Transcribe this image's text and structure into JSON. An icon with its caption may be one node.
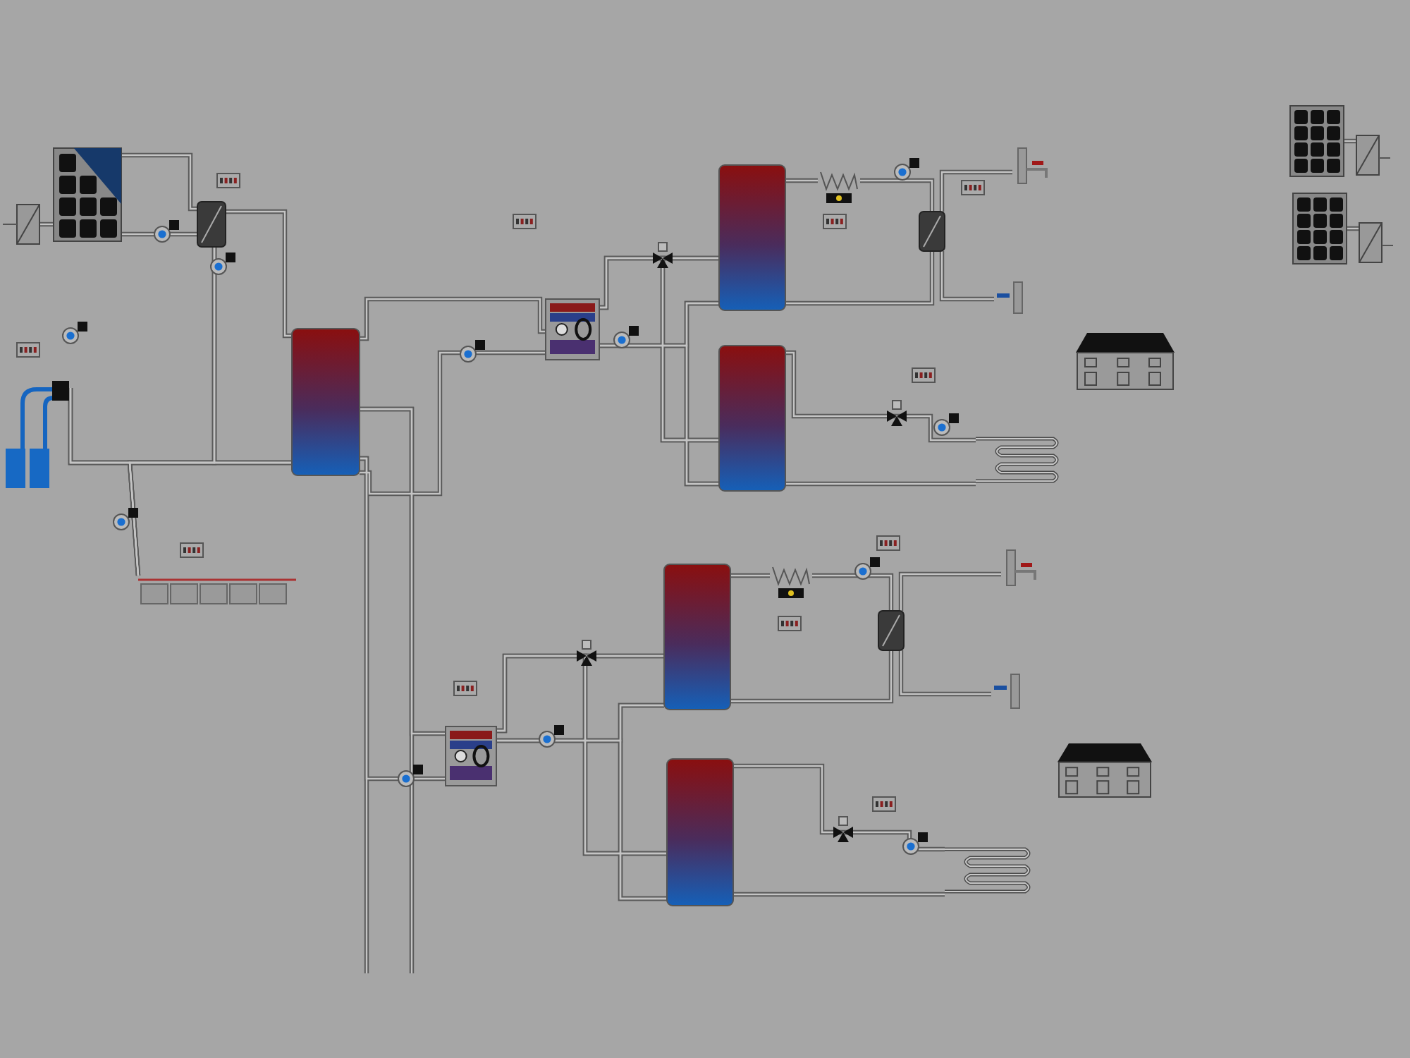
{
  "diagram": {
    "nodes": [
      {
        "text": [],
        "shape": "picture"
      },
      {
        "text": [],
        "shape": "picture"
      },
      {
        "text": [],
        "shape": "picture"
      },
      {
        "text": [],
        "shape": "cylinder"
      },
      {
        "text": [],
        "shape": "picture"
      },
      {
        "text": [],
        "shape": "picture"
      },
      {
        "text": [],
        "shape": "picture"
      },
      {
        "text": [],
        "shape": "cylinder"
      },
      {
        "text": [],
        "shape": "cylinder"
      },
      {
        "text": [],
        "shape": "picture"
      },
      {
        "text": [],
        "shape": "picture"
      },
      {
        "text": [],
        "shape": "picture"
      },
      {
        "text": [],
        "shape": "picture"
      },
      {
        "text": [],
        "shape": "picture"
      },
      {
        "text": [],
        "shape": "picture"
      },
      {
        "text": [],
        "shape": "picture"
      },
      {
        "text": [],
        "shape": "picture"
      },
      {
        "text": [],
        "shape": "picture"
      },
      {
        "text": [],
        "shape": "picture"
      },
      {
        "text": [],
        "shape": "picture"
      },
      {
        "text": [],
        "shape": "cylinder"
      },
      {
        "text": [],
        "shape": "cylinder"
      },
      {
        "text": [],
        "shape": "picture"
      },
      {
        "text": [],
        "shape": "picture"
      },
      {
        "text": [],
        "shape": "picture"
      },
      {
        "text": [],
        "shape": "picture"
      },
      {
        "text": [],
        "shape": "picture"
      },
      {
        "text": [],
        "shape": "picture"
      }
    ],
    "edges": [
      {
        "from": 1,
        "to": 0,
        "arrow": "none"
      },
      {
        "from": 0,
        "to": 2,
        "arrow": "none"
      },
      {
        "from": 0,
        "to": 2,
        "arrow": "none"
      },
      {
        "from": 2,
        "to": 3,
        "arrow": "none"
      },
      {
        "from": 2,
        "to": 3,
        "arrow": "none"
      },
      {
        "from": 4,
        "to": 3,
        "arrow": "none"
      },
      {
        "from": 5,
        "to": 3,
        "arrow": "none"
      },
      {
        "from": 3,
        "to": 6,
        "arrow": "none"
      },
      {
        "from": 3,
        "to": 6,
        "arrow": "none"
      },
      {
        "from": 6,
        "to": 7,
        "arrow": "none"
      },
      {
        "from": 6,
        "to": 7,
        "arrow": "none"
      },
      {
        "from": 6,
        "to": 8,
        "arrow": "none"
      },
      {
        "from": 6,
        "to": 8,
        "arrow": "none"
      },
      {
        "from": 7,
        "to": 9,
        "arrow": "none"
      },
      {
        "from": 9,
        "to": 10,
        "arrow": "none"
      },
      {
        "from": 10,
        "to": 7,
        "arrow": "none"
      },
      {
        "from": 10,
        "to": 11,
        "arrow": "none"
      },
      {
        "from": 10,
        "to": 12,
        "arrow": "none"
      },
      {
        "from": 8,
        "to": 13,
        "arrow": "none"
      },
      {
        "from": 13,
        "to": 8,
        "arrow": "none"
      },
      {
        "from": 3,
        "to": 19,
        "arrow": "none"
      },
      {
        "from": 3,
        "to": 19,
        "arrow": "none"
      },
      {
        "from": 19,
        "to": 20,
        "arrow": "none"
      },
      {
        "from": 19,
        "to": 20,
        "arrow": "none"
      },
      {
        "from": 19,
        "to": 21,
        "arrow": "none"
      },
      {
        "from": 19,
        "to": 21,
        "arrow": "none"
      },
      {
        "from": 20,
        "to": 22,
        "arrow": "none"
      },
      {
        "from": 22,
        "to": 23,
        "arrow": "none"
      },
      {
        "from": 23,
        "to": 20,
        "arrow": "none"
      },
      {
        "from": 23,
        "to": 24,
        "arrow": "none"
      },
      {
        "from": 23,
        "to": 25,
        "arrow": "none"
      },
      {
        "from": 21,
        "to": 26,
        "arrow": "none"
      },
      {
        "from": 26,
        "to": 21,
        "arrow": "none"
      },
      {
        "from": 15,
        "to": 16,
        "arrow": "none"
      },
      {
        "from": 17,
        "to": 18,
        "arrow": "none"
      },
      {
        "from": 3,
        "to": null,
        "arrow": "none"
      },
      {
        "from": 3,
        "to": null,
        "arrow": "none"
      },
      {
        "from": 7,
        "to": 8,
        "arrow": "none"
      },
      {
        "from": 7,
        "to": 8,
        "arrow": "none"
      },
      {
        "from": 20,
        "to": 21,
        "arrow": "none"
      },
      {
        "from": 20,
        "to": 21,
        "arrow": "none"
      },
      {
        "from": 2,
        "to": 5,
        "arrow": "none"
      },
      {
        "from": 4,
        "to": 5,
        "arrow": "none"
      },
      {
        "from": 2,
        "to": 4,
        "arrow": "none"
      }
    ]
  }
}
